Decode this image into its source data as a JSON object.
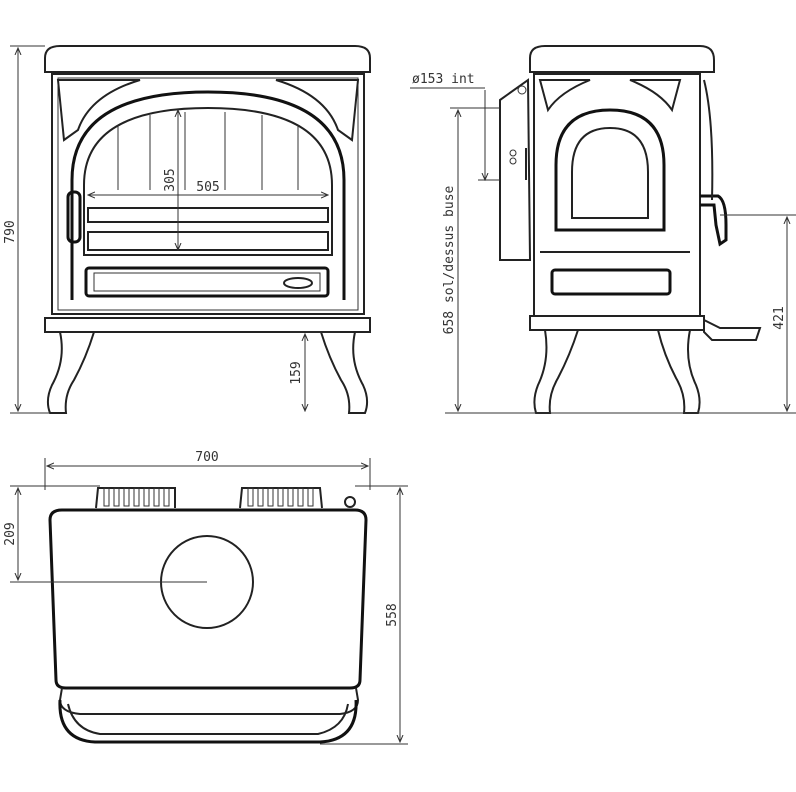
{
  "dimensions": {
    "height_total": "790",
    "firebox_height": "305",
    "firebox_width": "505",
    "leg_height": "159",
    "flue_diameter": "ø153 int",
    "flue_top_height": "658 sol/dessus buse",
    "side_height": "421",
    "width_total": "700",
    "flue_depth": "209",
    "depth_total": "558"
  },
  "views": [
    "front-view",
    "side-view",
    "top-view"
  ]
}
